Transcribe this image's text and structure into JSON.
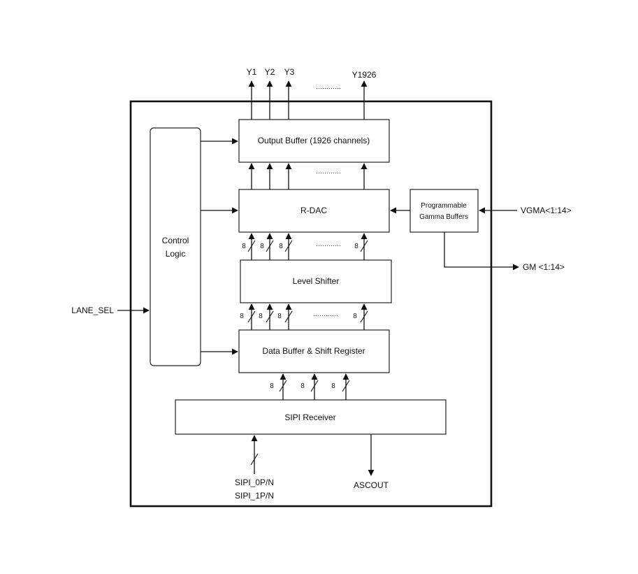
{
  "blocks": {
    "output_buffer": "Output Buffer (1926 channels)",
    "r_dac": "R-DAC",
    "level_shifter": "Level Shifter",
    "data_buffer": "Data Buffer & Shift Register",
    "sipi_receiver": "SIPI Receiver",
    "control_logic_line1": "Control",
    "control_logic_line2": "Logic",
    "gamma_line1": "Programmable",
    "gamma_line2": "Gamma Buffers"
  },
  "outputs": {
    "y1": "Y1",
    "y2": "Y2",
    "y3": "Y3",
    "y1926": "Y1926",
    "ellipsis": "…………"
  },
  "signals": {
    "lane_sel": "LANE_SEL",
    "vgma": "VGMA<1:14>",
    "gm": "GM <1:14>",
    "sipi_0": "SIPI_0P/N",
    "sipi_1": "SIPI_1P/N",
    "ascout": "ASCOUT"
  },
  "bus_width": "8"
}
